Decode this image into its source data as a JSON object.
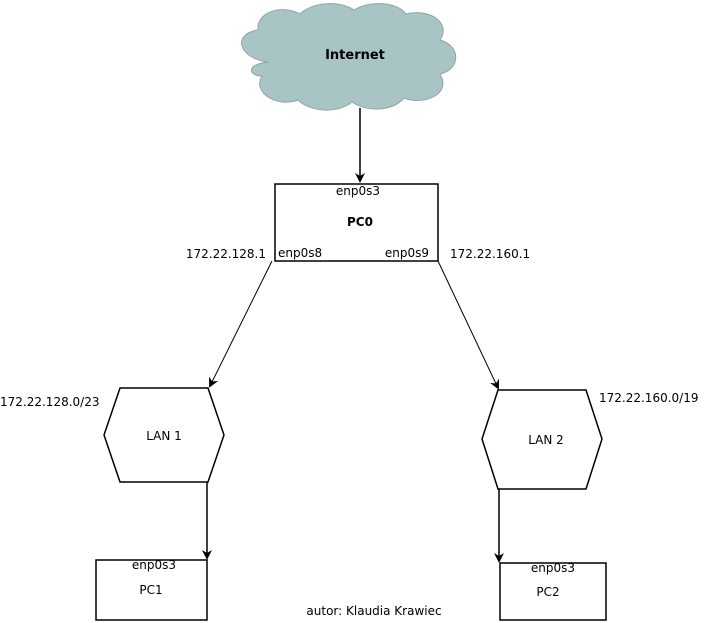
{
  "internet": {
    "label": "Internet"
  },
  "router": {
    "name": "PC0",
    "interface_top": "enp0s3",
    "interface_left": "enp0s8",
    "interface_right": "enp0s9",
    "ip_left": "172.22.128.1",
    "ip_right": "172.22.160.1"
  },
  "lan1": {
    "label": "LAN 1",
    "network": "172.22.128.0/23"
  },
  "lan2": {
    "label": "LAN 2",
    "network": "172.22.160.0/19"
  },
  "pc1": {
    "name": "PC1",
    "interface": "enp0s3"
  },
  "pc2": {
    "name": "PC2",
    "interface": "enp0s3"
  },
  "footer": {
    "author": "autor: Klaudia Krawiec"
  },
  "colors": {
    "cloud_fill": "#a9c4c4",
    "cloud_stroke": "#8fa6a6",
    "line": "#000000"
  }
}
